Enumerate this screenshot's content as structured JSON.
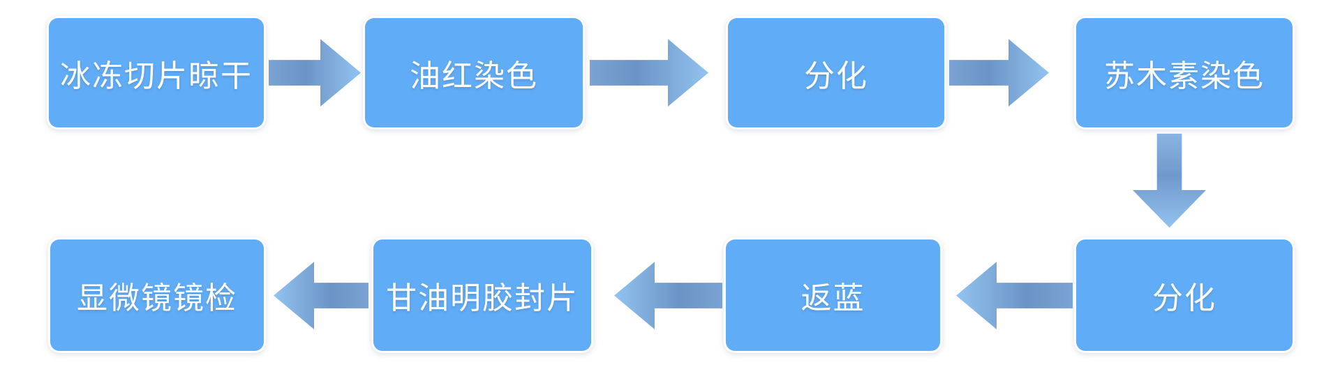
{
  "diagram": {
    "type": "flowchart",
    "description_visible": false,
    "nodes": [
      {
        "id": "step1",
        "label": "冰冻切片晾干"
      },
      {
        "id": "step2",
        "label": "油红染色"
      },
      {
        "id": "step3",
        "label": "分化"
      },
      {
        "id": "step4",
        "label": "苏木素染色"
      },
      {
        "id": "step5",
        "label": "分化"
      },
      {
        "id": "step6",
        "label": "返蓝"
      },
      {
        "id": "step7",
        "label": "甘油明胶封片"
      },
      {
        "id": "step8",
        "label": "显微镜镜检"
      }
    ],
    "edges": [
      {
        "from": "冰冻切片晾干",
        "to": "油红染色",
        "direction": "right"
      },
      {
        "from": "油红染色",
        "to": "分化",
        "direction": "right"
      },
      {
        "from": "分化",
        "to": "苏木素染色",
        "direction": "right"
      },
      {
        "from": "苏木素染色",
        "to": "分化",
        "direction": "down"
      },
      {
        "from": "分化",
        "to": "返蓝",
        "direction": "left"
      },
      {
        "from": "返蓝",
        "to": "甘油明胶封片",
        "direction": "left"
      },
      {
        "from": "甘油明胶封片",
        "to": "显微镜镜检",
        "direction": "left"
      }
    ],
    "colors": {
      "node_fill": "#61acf6",
      "node_text": "#ffffff",
      "node_outline": "#ffffff",
      "arrow_dark": "#6b94c5",
      "arrow_light": "#93c3f0",
      "background": "#ffffff"
    }
  }
}
